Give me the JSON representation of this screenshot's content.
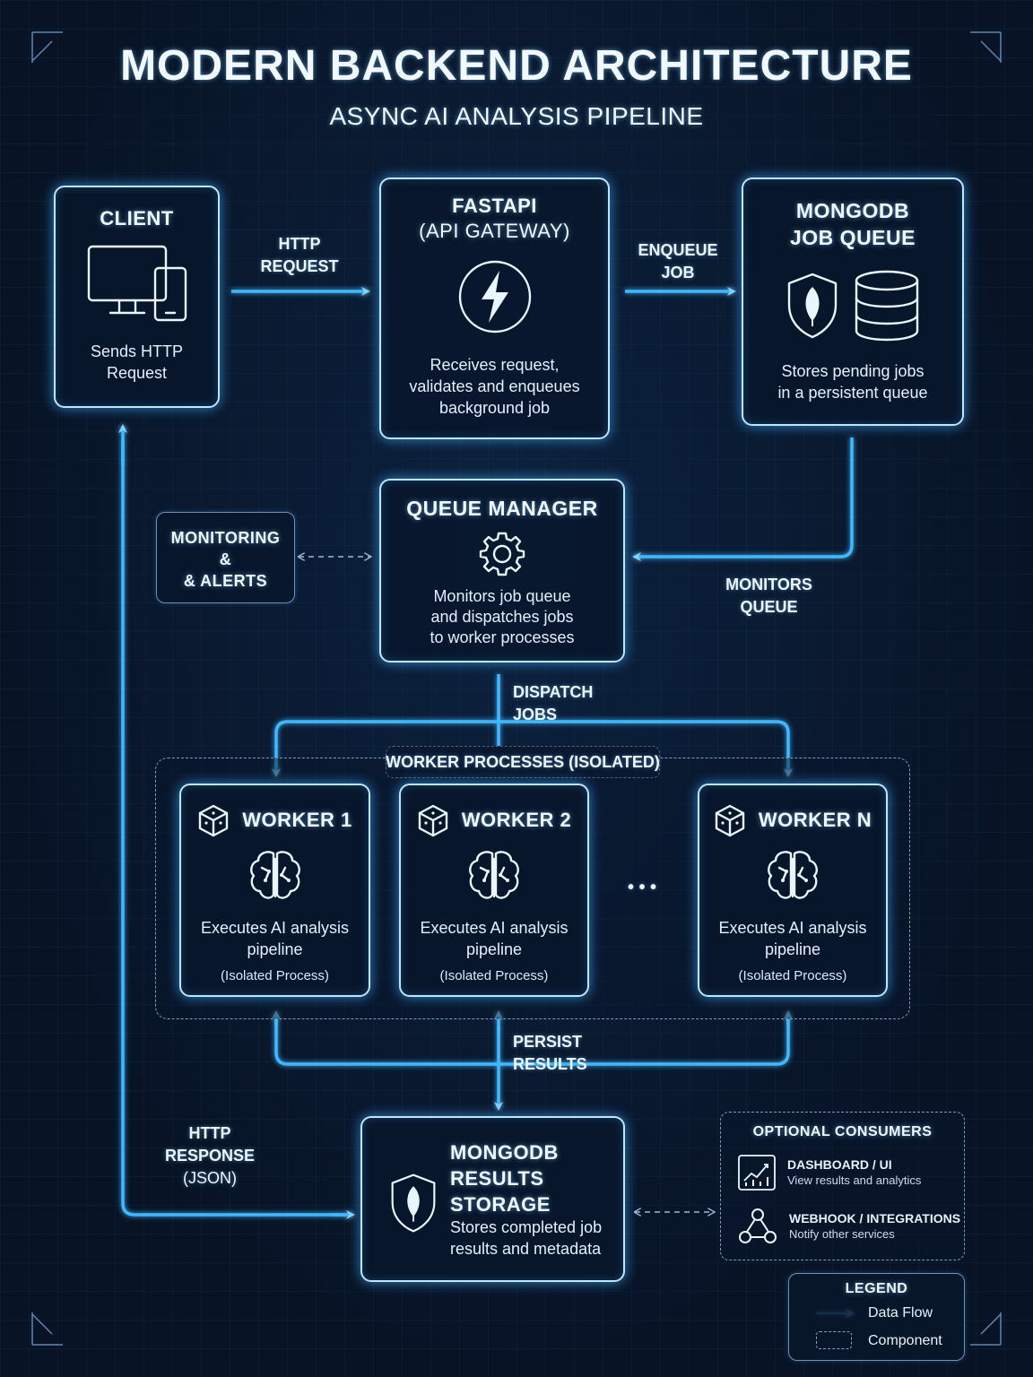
{
  "header": {
    "title": "MODERN BACKEND ARCHITECTURE",
    "subtitle": "ASYNC AI ANALYSIS PIPELINE"
  },
  "client": {
    "title": "CLIENT",
    "desc_1": "Sends HTTP",
    "desc_2": "Request",
    "icon": "devices-icon"
  },
  "fastapi": {
    "title_1": "FASTAPI",
    "title_2": "(API GATEWAY)",
    "desc_1": "Receives request,",
    "desc_2": "validates and enqueues",
    "desc_3": "background job",
    "icon": "lightning-icon"
  },
  "job_queue": {
    "title_1": "MONGODB",
    "title_2": "JOB QUEUE",
    "desc_1": "Stores pending jobs",
    "desc_2": "in a persistent queue",
    "icons": [
      "leaf-shield-icon",
      "database-icon"
    ]
  },
  "queue_manager": {
    "title": "QUEUE MANAGER",
    "desc_1": "Monitors job queue",
    "desc_2": "and dispatches jobs",
    "desc_3": "to worker processes",
    "icon": "gear-icon"
  },
  "monitoring": {
    "line_1": "MONITORING",
    "line_2": "&",
    "line_3": "& ALERTS"
  },
  "flow_labels": {
    "http_request_1": "HTTP",
    "http_request_2": "REQUEST",
    "enqueue_1": "ENQUEUE",
    "enqueue_2": "JOB",
    "monitors_1": "MONITORS",
    "monitors_2": "QUEUE",
    "dispatch": "DISPATCH JOBS",
    "persist": "PERSIST RESULTS",
    "response_1": "HTTP",
    "response_2": "RESPONSE",
    "response_3": "(JSON)"
  },
  "workers_group": {
    "label": "WORKER PROCESSES (ISOLATED)",
    "ellipsis": "• • •",
    "workers": [
      {
        "title": "WORKER 1",
        "desc_1": "Executes AI analysis",
        "desc_2": "pipeline",
        "note": "(Isolated Process)"
      },
      {
        "title": "WORKER 2",
        "desc_1": "Executes AI analysis",
        "desc_2": "pipeline",
        "note": "(Isolated Process)"
      },
      {
        "title": "WORKER N",
        "desc_1": "Executes AI analysis",
        "desc_2": "pipeline",
        "note": "(Isolated Process)"
      }
    ]
  },
  "results": {
    "title_1": "MONGODB",
    "title_2": "RESULTS STORAGE",
    "desc_1": "Stores completed job",
    "desc_2": "results and metadata",
    "icon": "leaf-shield-icon"
  },
  "consumers": {
    "title": "OPTIONAL CONSUMERS",
    "items": [
      {
        "title": "DASHBOARD / UI",
        "desc": "View results and analytics",
        "icon": "chart-icon"
      },
      {
        "title": "WEBHOOK / INTEGRATIONS",
        "desc": "Notify other services",
        "icon": "webhook-icon"
      }
    ]
  },
  "legend": {
    "title": "LEGEND",
    "data_flow": "Data Flow",
    "component": "Component"
  },
  "colors": {
    "background": "#081426",
    "wire": "#41b8ff",
    "box_border": "#bfe6ff",
    "text": "#e8f2ff"
  }
}
